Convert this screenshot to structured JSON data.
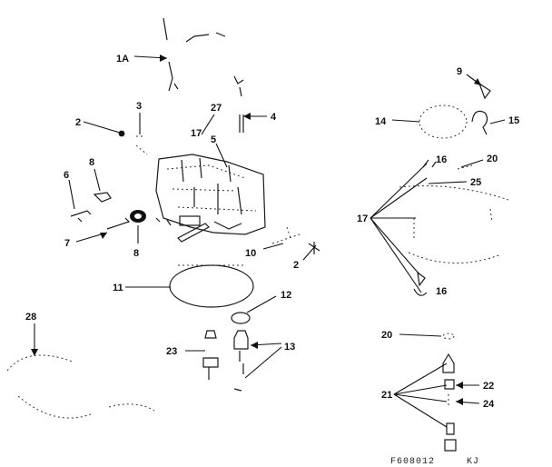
{
  "diagram": {
    "part_numbers": {
      "p1A": "1A",
      "p2a": "2",
      "p2b": "2",
      "p3": "3",
      "p4": "4",
      "p5": "5",
      "p6": "6",
      "p7": "7",
      "p8a": "8",
      "p8b": "8",
      "p9": "9",
      "p10": "10",
      "p11": "11",
      "p12": "12",
      "p13": "13",
      "p14": "14",
      "p15": "15",
      "p16a": "16",
      "p16b": "16",
      "p17a": "17",
      "p17b": "17",
      "p20a": "20",
      "p20b": "20",
      "p21": "21",
      "p22": "22",
      "p23": "23",
      "p24": "24",
      "p25": "25",
      "p27": "27",
      "p28": "28"
    },
    "drawing_code": "F608012",
    "drawing_suffix": "KJ"
  }
}
